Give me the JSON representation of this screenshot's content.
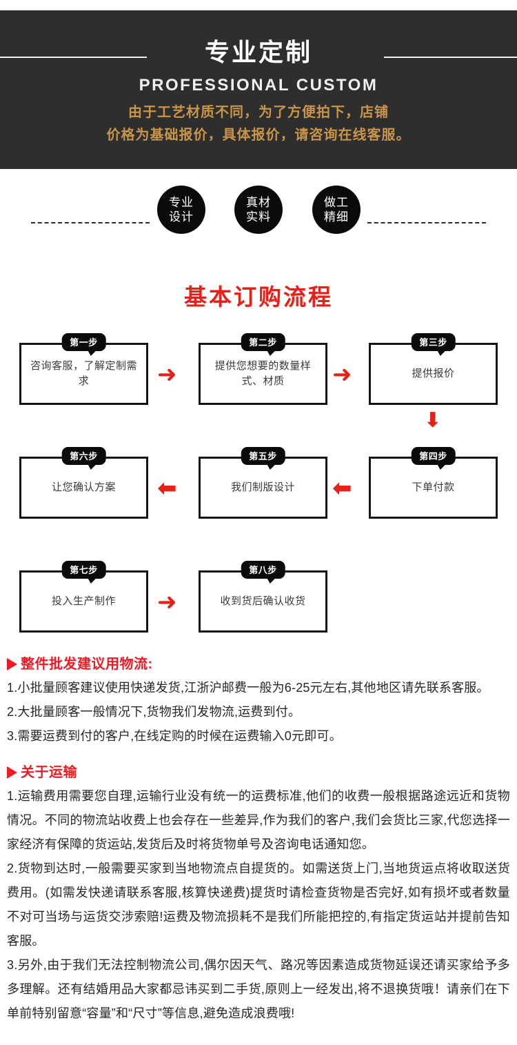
{
  "banner": {
    "title": "专业定制",
    "subtitle": "PROFESSIONAL CUSTOM",
    "note_line1": "由于工艺材质不同，为了方便拍下，店铺",
    "note_line2": "价格为基础报价，具体报价，请咨询在线客服。",
    "accent_gold": "#c8954a",
    "background": "#2e2e2e"
  },
  "badges": [
    {
      "line1": "专业",
      "line2": "设计"
    },
    {
      "line1": "真材",
      "line2": "实料"
    },
    {
      "line1": "做工",
      "line2": "精细"
    }
  ],
  "section": {
    "title": "基本订购流程",
    "title_color": "#e8201a"
  },
  "flow": {
    "arrow_color": "#e8201a",
    "arrow_right": "➜",
    "arrow_left": "⬅",
    "arrow_down": "⬇",
    "steps": [
      {
        "badge": "第一步",
        "text": "咨询客服，了解定制需求"
      },
      {
        "badge": "第二步",
        "text": "提供您想要的数量样式、材质"
      },
      {
        "badge": "第三步",
        "text": "提供报价"
      },
      {
        "badge": "第四步",
        "text": "下单付款"
      },
      {
        "badge": "第五步",
        "text": "我们制版设计"
      },
      {
        "badge": "第六步",
        "text": "让您确认方案"
      },
      {
        "badge": "第七步",
        "text": "投入生产制作"
      },
      {
        "badge": "第八步",
        "text": "收到货后确认收货"
      }
    ]
  },
  "logistics": {
    "heading": "整件批发建议用物流:",
    "items": [
      "1.小批量顾客建议使用快递发货,江浙沪邮费一般为6-25元左右,其他地区请先联系客服。",
      "2.大批量顾客一般情况下,货物我们发物流,运费到付。",
      "3.需要运费到付的客户,在线定购的时候在运费输入0元即可。"
    ]
  },
  "transport": {
    "heading": "关于运输",
    "items": [
      "1.运输费用需要您自理,运输行业没有统一的运费标准,他们的收费一般根据路途远近和货物情况。不同的物流站收费上也会存在一些差异,作为我们的客户,我们会货比三家,代您选择一家经济有保障的货运站,发货后及时将货物单号及咨询电话通知您。",
      "2.货物到达时,一般需要买家到当地物流点自提货的。如需送货上门,当地货运点将收取送货费用。(如需发快递请联系客服,核算快递费)提货时请检查货物是否完好,如有损坏或者数量不对可当场与运货交涉索赔!运费及物流损耗不是我们所能把控的,有指定货运站并提前告知客服。",
      "3.另外,由于我们无法控制物流公司,偶尔因天气、路况等因素造成货物延误还请买家给予多多理解。还有结婚用品大家都忌讳买到二手货,原则上一经发出,将不退换货哦！请亲们在下单前特别留意“容量”和“尺寸”等信息,避免造成浪费哦!"
    ]
  }
}
